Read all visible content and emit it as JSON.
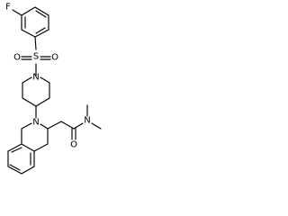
{
  "atoms": {
    "fluorine": "F",
    "sulfur": "S",
    "oxygen_left": "O",
    "oxygen_right": "O",
    "nitrogen_piperidine": "N",
    "nitrogen_ring": "N",
    "nitrogen_amide": "N",
    "oxygen_amide": "O"
  },
  "colors": {
    "bond": "#000000",
    "background": "#ffffff"
  }
}
